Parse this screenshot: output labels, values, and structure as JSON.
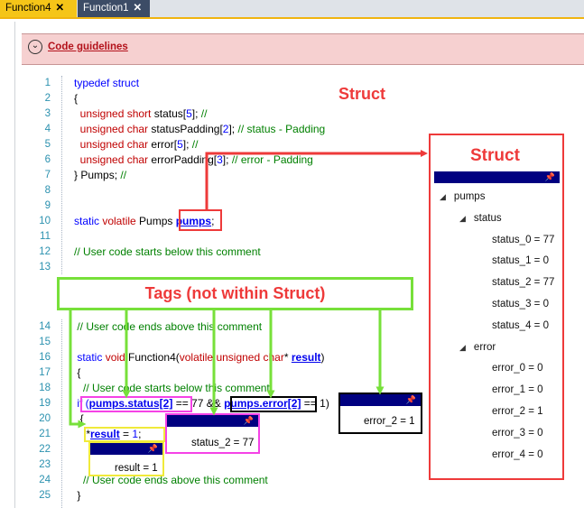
{
  "tabs": [
    {
      "label": "Function4",
      "close": "✕"
    },
    {
      "label": "Function1",
      "close": "✕"
    }
  ],
  "guideline": {
    "label": "Code guidelines"
  },
  "code_lines_top": [
    {
      "n": "1",
      "parts": [
        {
          "t": "typedef struct",
          "c": "kw"
        }
      ]
    },
    {
      "n": "2",
      "parts": [
        {
          "t": "{",
          "c": ""
        }
      ]
    },
    {
      "n": "3",
      "parts": [
        {
          "t": "  unsigned short ",
          "c": "kw2"
        },
        {
          "t": "status[",
          "c": ""
        },
        {
          "t": "5",
          "c": "kw"
        },
        {
          "t": "]; ",
          "c": ""
        },
        {
          "t": "//",
          "c": "cm"
        }
      ]
    },
    {
      "n": "4",
      "parts": [
        {
          "t": "  unsigned char ",
          "c": "kw2"
        },
        {
          "t": "statusPadding[",
          "c": ""
        },
        {
          "t": "2",
          "c": "kw"
        },
        {
          "t": "]; ",
          "c": ""
        },
        {
          "t": "// status - Padding",
          "c": "cm"
        }
      ]
    },
    {
      "n": "5",
      "parts": [
        {
          "t": "  unsigned char ",
          "c": "kw2"
        },
        {
          "t": "error[",
          "c": ""
        },
        {
          "t": "5",
          "c": "kw"
        },
        {
          "t": "]; ",
          "c": ""
        },
        {
          "t": "//",
          "c": "cm"
        }
      ]
    },
    {
      "n": "6",
      "parts": [
        {
          "t": "  unsigned char ",
          "c": "kw2"
        },
        {
          "t": "errorPadding[",
          "c": ""
        },
        {
          "t": "3",
          "c": "kw"
        },
        {
          "t": "]; ",
          "c": ""
        },
        {
          "t": "// error - Padding",
          "c": "cm"
        }
      ]
    },
    {
      "n": "7",
      "parts": [
        {
          "t": "} Pumps; ",
          "c": ""
        },
        {
          "t": "//",
          "c": "cm"
        }
      ]
    },
    {
      "n": "8",
      "parts": []
    },
    {
      "n": "9",
      "parts": []
    },
    {
      "n": "10",
      "parts": [
        {
          "t": "static ",
          "c": "kw"
        },
        {
          "t": "volatile ",
          "c": "kw2"
        },
        {
          "t": "Pumps ",
          "c": ""
        },
        {
          "t": "pumps",
          "c": "ul"
        },
        {
          "t": ";",
          "c": ""
        }
      ]
    },
    {
      "n": "11",
      "parts": []
    },
    {
      "n": "12",
      "parts": [
        {
          "t": "// User code starts below this comment",
          "c": "cm"
        }
      ]
    },
    {
      "n": "13",
      "parts": []
    }
  ],
  "code_lines_bottom": [
    {
      "n": "14",
      "parts": [
        {
          "t": " // User code ends above this comment",
          "c": "cm"
        }
      ]
    },
    {
      "n": "15",
      "parts": []
    },
    {
      "n": "16",
      "parts": [
        {
          "t": " static ",
          "c": "kw"
        },
        {
          "t": "void ",
          "c": "kw2"
        },
        {
          "t": "Function4(",
          "c": ""
        },
        {
          "t": "volatile unsigned char",
          "c": "kw2"
        },
        {
          "t": "* ",
          "c": ""
        },
        {
          "t": "result",
          "c": "ul"
        },
        {
          "t": ")",
          "c": ""
        }
      ]
    },
    {
      "n": "17",
      "parts": [
        {
          "t": " {",
          "c": ""
        }
      ]
    },
    {
      "n": "18",
      "parts": [
        {
          "t": "   // User code starts below this comment",
          "c": "cm"
        }
      ]
    },
    {
      "n": "19",
      "parts": [
        {
          "t": " if (",
          "c": "kw"
        },
        {
          "t": "pumps.status[2]",
          "c": "ul"
        },
        {
          "t": " == ",
          "c": ""
        },
        {
          "t": "77",
          "c": ""
        },
        {
          "t": " && ",
          "c": ""
        },
        {
          "t": "pumps.error[2]",
          "c": "ul"
        },
        {
          "t": " == ",
          "c": ""
        },
        {
          "t": "1",
          "c": ""
        },
        {
          "t": ")",
          "c": ""
        }
      ]
    },
    {
      "n": "20",
      "parts": [
        {
          "t": "  {",
          "c": ""
        }
      ]
    },
    {
      "n": "21",
      "parts": [
        {
          "t": "    *",
          "c": ""
        },
        {
          "t": "result",
          "c": "ul"
        },
        {
          "t": " = ",
          "c": ""
        },
        {
          "t": "1",
          "c": "kw"
        },
        {
          "t": ";",
          "c": ""
        }
      ]
    },
    {
      "n": "22",
      "parts": []
    },
    {
      "n": "23",
      "parts": []
    },
    {
      "n": "24",
      "parts": [
        {
          "t": "   // User code ends above this comment",
          "c": "cm"
        }
      ]
    },
    {
      "n": "25",
      "parts": [
        {
          "t": " }",
          "c": ""
        }
      ]
    }
  ],
  "labels": {
    "struct_top": "Struct",
    "struct_panel": "Struct",
    "tags": "Tags (not within Struct)"
  },
  "watches": {
    "error2": "error_2 = 1",
    "status2": "status_2 = 77",
    "result": "result = 1",
    "pin": "📌"
  },
  "tree": {
    "root": "pumps",
    "status_group": "status",
    "status_items": [
      "status_0 = 77",
      "status_1 = 0",
      "status_2 = 77",
      "status_3 = 0",
      "status_4 = 0"
    ],
    "error_group": "error",
    "error_items": [
      "error_0 = 0",
      "error_1 = 0",
      "error_2 = 1",
      "error_3 = 0",
      "error_4 = 0"
    ]
  },
  "colors": {
    "annotation_red": "#ee3a3a",
    "annotation_green": "#77e03a",
    "watch_header": "#000080"
  }
}
